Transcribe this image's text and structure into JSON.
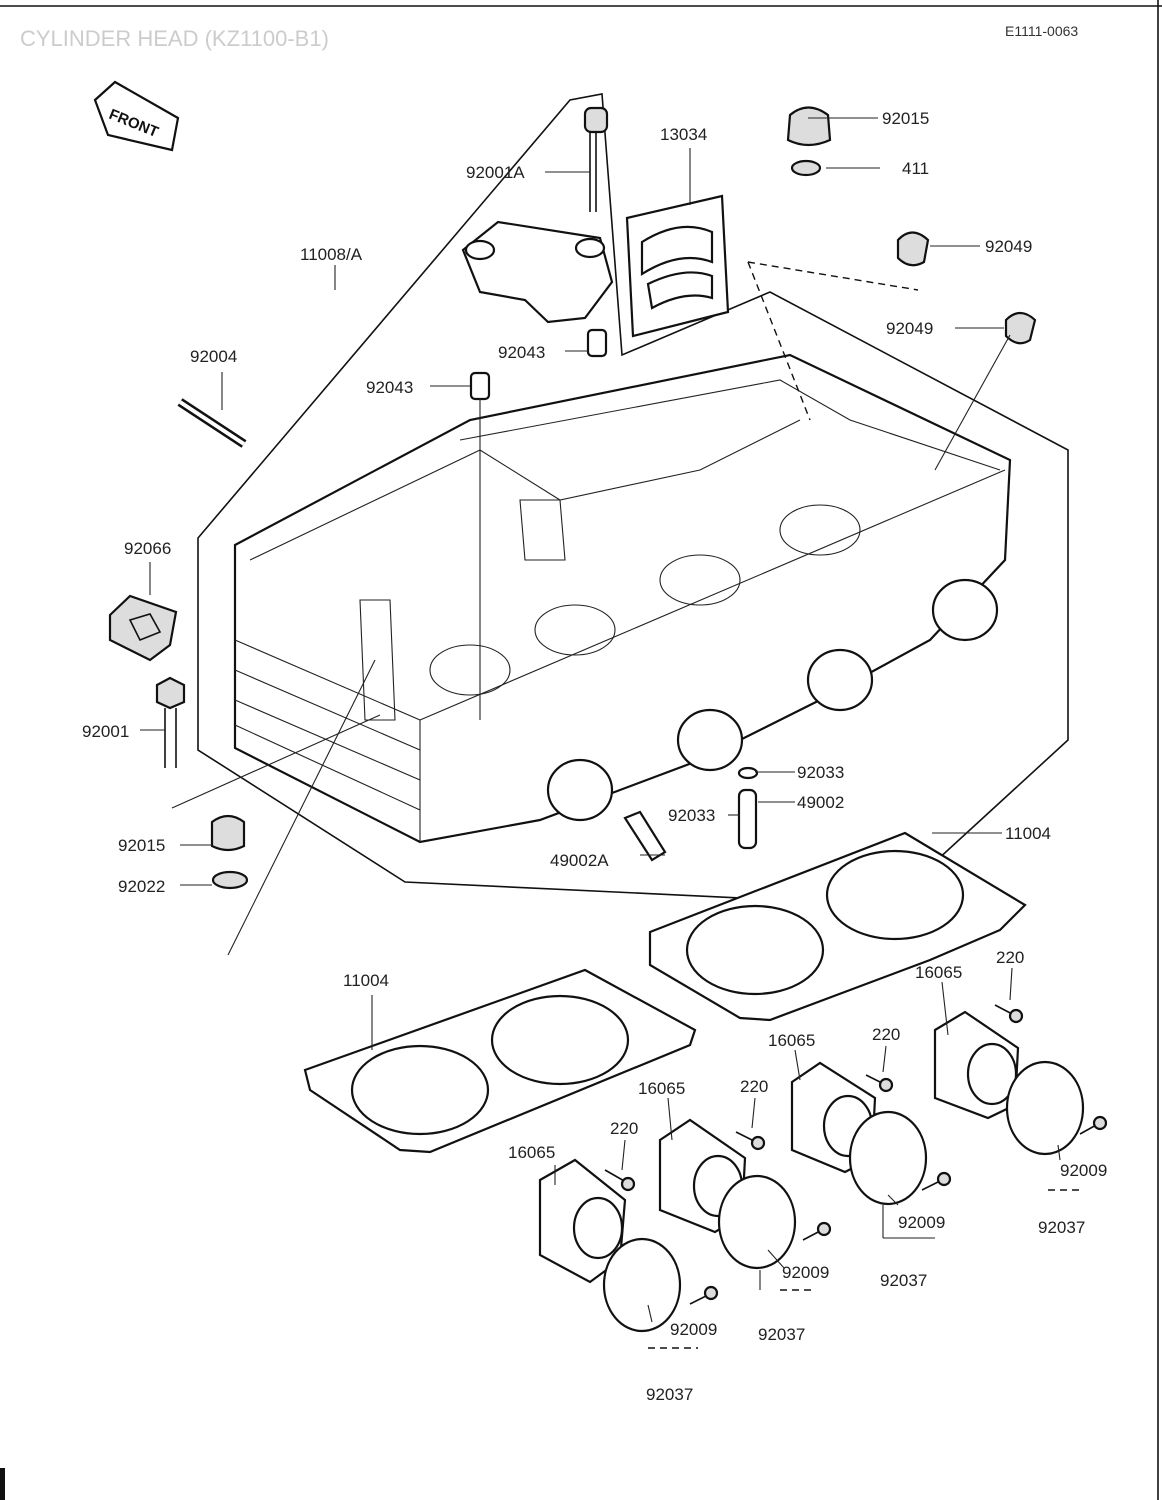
{
  "page": {
    "title": "CYLINDER HEAD (KZ1100-B1)",
    "drawing_code": "E1111-0063",
    "front_label": "FRONT",
    "colors": {
      "line": "#111111",
      "paper": "#ffffff",
      "title_faded": "#cccccc"
    }
  },
  "labels": {
    "p92015_top": "92015",
    "p411": "411",
    "p92049_a": "92049",
    "p92049_b": "92049",
    "p13034": "13034",
    "p92001a": "92001A",
    "p11008a": "11008/A",
    "p92004": "92004",
    "p92043_a": "92043",
    "p92043_b": "92043",
    "p92066": "92066",
    "p92001": "92001",
    "p92015_bot": "92015",
    "p92022": "92022",
    "p92033_a": "92033",
    "p92033_b": "92033",
    "p49002": "49002",
    "p49002a": "49002A",
    "p11004_a": "11004",
    "p11004_b": "11004",
    "p16065_a": "16065",
    "p16065_b": "16065",
    "p16065_c": "16065",
    "p16065_d": "16065",
    "p220_a": "220",
    "p220_b": "220",
    "p220_c": "220",
    "p220_d": "220",
    "p92009_a": "92009",
    "p92009_b": "92009",
    "p92009_c": "92009",
    "p92009_d": "92009",
    "p92037_a": "92037",
    "p92037_b": "92037",
    "p92037_c": "92037",
    "p92037_d": "92037"
  }
}
